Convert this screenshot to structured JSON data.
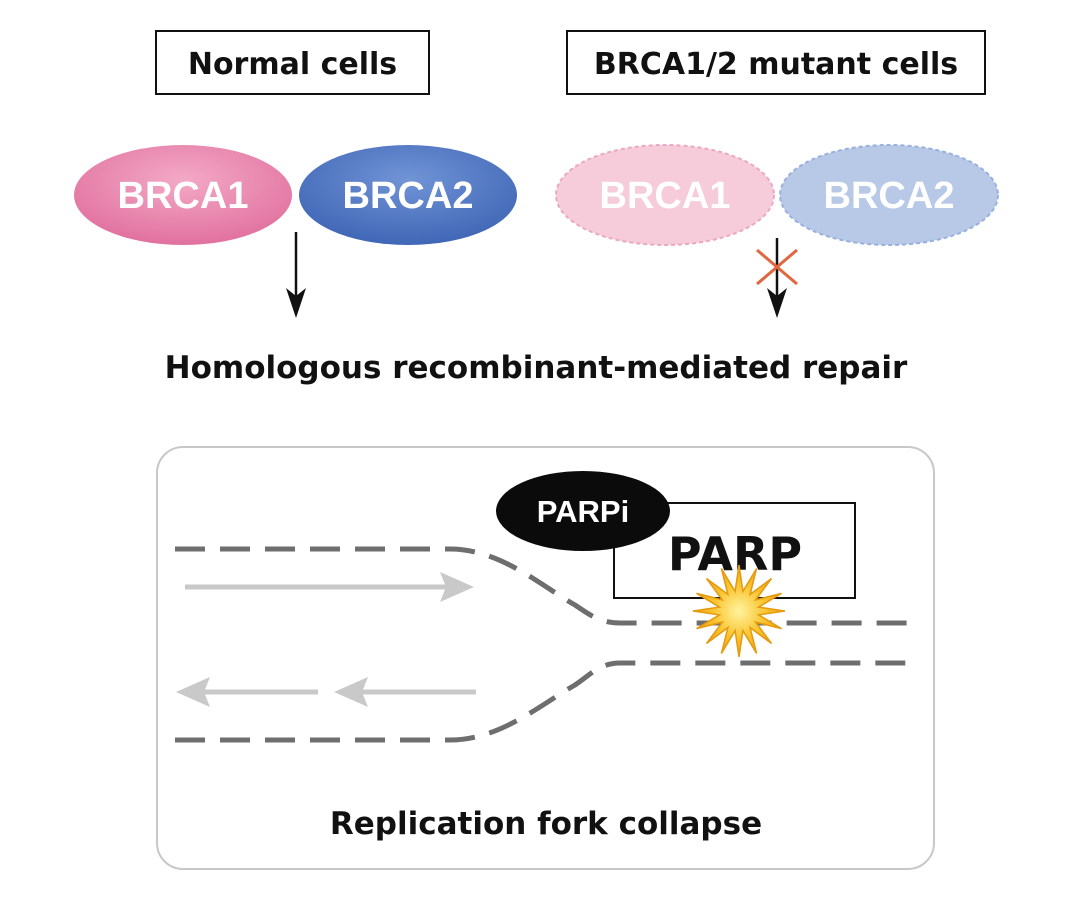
{
  "headers": {
    "normal": "Normal cells",
    "mutant": "BRCA1/2 mutant cells"
  },
  "proteins": {
    "normal_brca1": "BRCA1",
    "normal_brca2": "BRCA2",
    "mutant_brca1": "BRCA1",
    "mutant_brca2": "BRCA2"
  },
  "repair_label": "Homologous recombinant-mediated repair",
  "fork_panel": {
    "parpi_label": "PARPi",
    "parp_label": "PARP",
    "caption": "Replication fork collapse"
  },
  "colors": {
    "brca1": "#e47aa5",
    "brca2": "#4a73c0",
    "brca1_faded": "#f6cbda",
    "brca2_faded": "#b8c9e8",
    "cross": "#e0673f",
    "dna": "#6e6e6e",
    "strand_arrow": "#c9c9c9",
    "star": "#f7b21c"
  }
}
